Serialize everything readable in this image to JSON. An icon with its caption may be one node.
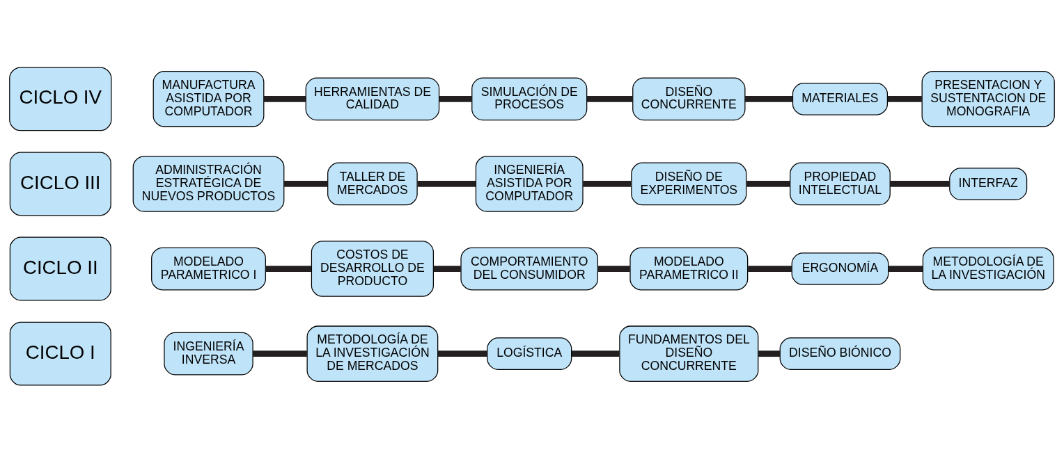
{
  "diagram": {
    "nodes": [
      {
        "text": [
          "CICLO I"
        ]
      },
      {
        "text": [
          "INGENIERÍA INVERSA"
        ]
      },
      {
        "text": [
          "METODOLOGÍA DE LA INVESTIGACIÓN DE MERCADOS"
        ]
      },
      {
        "text": [
          "LOGÍSTICA"
        ]
      },
      {
        "text": [
          "FUNDAMENTOS DEL DISEÑO CONCURRENTE"
        ]
      },
      {
        "text": [
          "DISEÑO BIÓNICO"
        ]
      },
      {
        "text": [
          "CICLO II"
        ]
      },
      {
        "text": [
          "MODELADO PARAMETRICO I"
        ]
      },
      {
        "text": [
          "COSTOS DE DESARROLLO DE PRODUCTO"
        ]
      },
      {
        "text": [
          "COMPORTAMIENTO DEL CONSUMIDOR"
        ]
      },
      {
        "text": [
          "MODELADO PARAMETRICO II"
        ]
      },
      {
        "text": [
          "ERGONOMÍA"
        ]
      },
      {
        "text": [
          "METODOLOGÍA DE LA INVESTIGACIÓN"
        ]
      },
      {
        "text": [
          "CICLO III"
        ]
      },
      {
        "text": [
          "ADMINISTRACIÓN ESTRATÉGICA DE NUEVOS PRODUCTOS"
        ]
      },
      {
        "text": [
          "TALLER DE MERCADOS"
        ]
      },
      {
        "text": [
          "INGENIERÍA ASISTIDA POR COMPUTADOR"
        ]
      },
      {
        "text": [
          "DISEÑO DE EXPERIMENTOS"
        ]
      },
      {
        "text": [
          "PROPIEDAD INTELECTUAL"
        ]
      },
      {
        "text": [
          "INTERFAZ"
        ]
      },
      {
        "text": [
          "CICLO IV"
        ]
      },
      {
        "text": [
          "MANUFACTURA ASISTIDA POR COMPUTADOR"
        ]
      },
      {
        "text": [
          "HERRAMIENTAS DE CALIDAD"
        ]
      },
      {
        "text": [
          "SIMULACIÓN DE PROCESOS"
        ]
      },
      {
        "text": [
          "DISEÑO CONCURRENTE"
        ]
      },
      {
        "text": [
          "MATERIALES"
        ]
      },
      {
        "text": [
          "PRESENTACION Y SUSTENTACION DE MONOGRAFIA"
        ]
      }
    ],
    "edges": [
      {
        "from": 1,
        "to": 2,
        "arrow": "none"
      },
      {
        "from": 2,
        "to": 3,
        "arrow": "none"
      },
      {
        "from": 3,
        "to": 4,
        "arrow": "none"
      },
      {
        "from": 4,
        "to": 5,
        "arrow": "none"
      },
      {
        "from": 7,
        "to": 8,
        "arrow": "none"
      },
      {
        "from": 8,
        "to": 9,
        "arrow": "none"
      },
      {
        "from": 9,
        "to": 10,
        "arrow": "none"
      },
      {
        "from": 10,
        "to": 11,
        "arrow": "none"
      },
      {
        "from": 11,
        "to": 12,
        "arrow": "none"
      },
      {
        "from": 14,
        "to": 15,
        "arrow": "none"
      },
      {
        "from": 15,
        "to": 16,
        "arrow": "none"
      },
      {
        "from": 16,
        "to": 17,
        "arrow": "none"
      },
      {
        "from": 17,
        "to": 18,
        "arrow": "none"
      },
      {
        "from": 18,
        "to": 19,
        "arrow": "none"
      },
      {
        "from": 21,
        "to": 22,
        "arrow": "none"
      },
      {
        "from": 22,
        "to": 23,
        "arrow": "none"
      },
      {
        "from": 23,
        "to": 24,
        "arrow": "none"
      },
      {
        "from": 24,
        "to": 25,
        "arrow": "none"
      },
      {
        "from": 25,
        "to": 26,
        "arrow": "none"
      }
    ]
  }
}
